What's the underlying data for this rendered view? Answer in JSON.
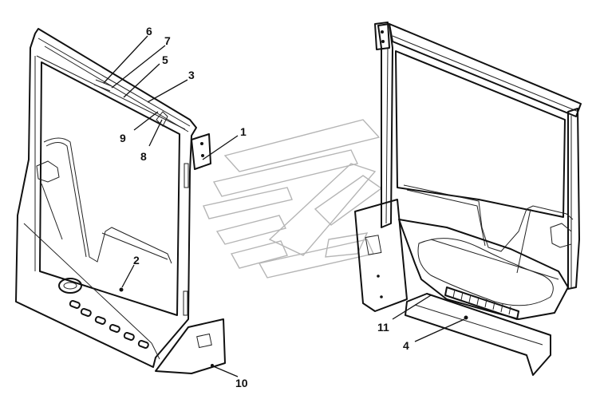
{
  "callouts": [
    {
      "id": "c6",
      "text": "6"
    },
    {
      "id": "c7",
      "text": "7"
    },
    {
      "id": "c5",
      "text": "5"
    },
    {
      "id": "c3",
      "text": "3"
    },
    {
      "id": "c9",
      "text": "9"
    },
    {
      "id": "c8",
      "text": "8"
    },
    {
      "id": "c1",
      "text": "1"
    },
    {
      "id": "c2",
      "text": "2"
    },
    {
      "id": "c10",
      "text": "10"
    },
    {
      "id": "c11",
      "text": "11"
    },
    {
      "id": "c4",
      "text": "4"
    }
  ],
  "colors": {
    "line": "#111111",
    "watermark": "#b5b5b5",
    "background": "#ffffff"
  },
  "views": [
    "door-outer-view",
    "door-inner-view"
  ]
}
